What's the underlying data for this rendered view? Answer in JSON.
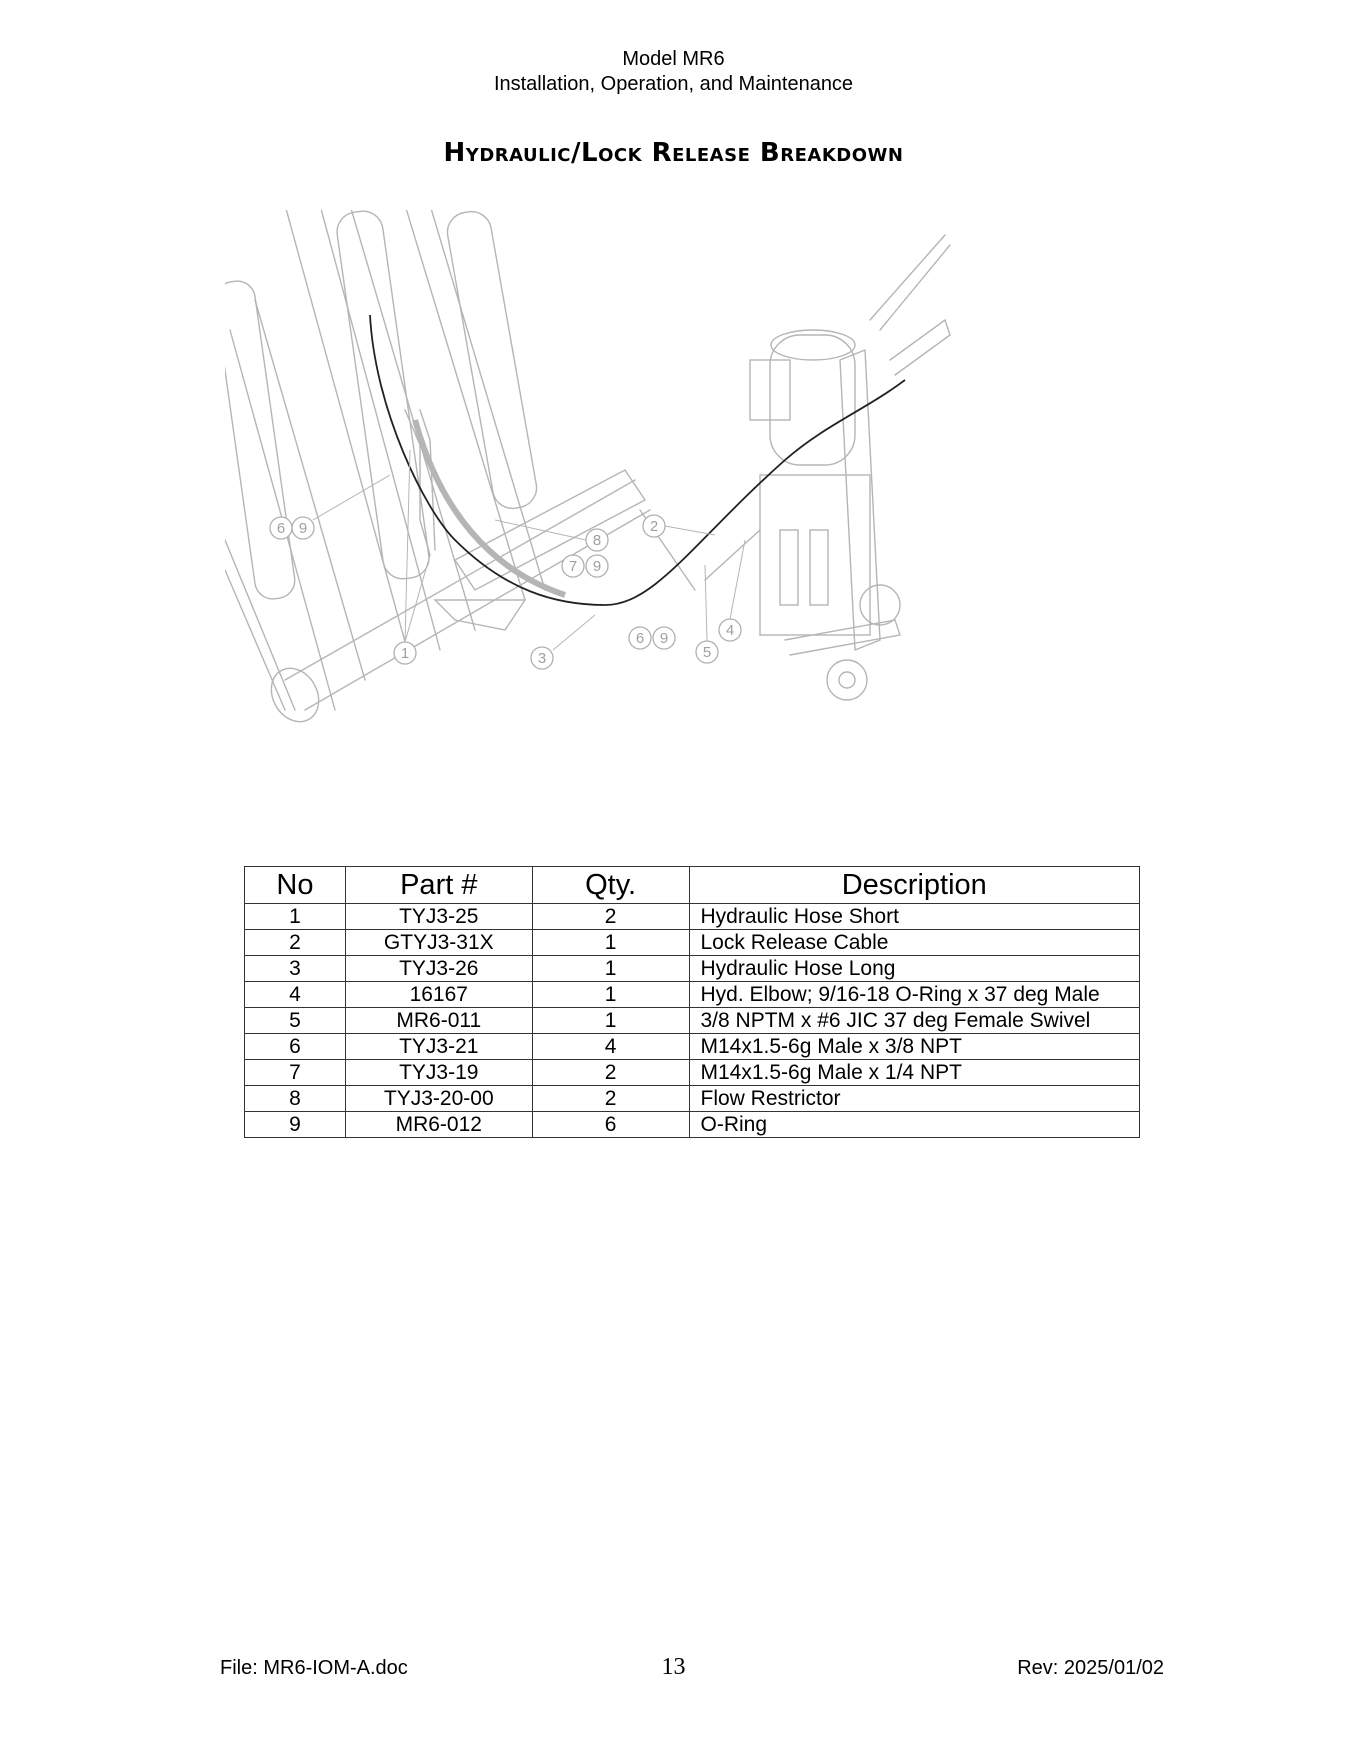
{
  "header": {
    "model": "Model MR6",
    "subtitle": "Installation, Operation, and Maintenance"
  },
  "title": "Hydraulic/Lock Release Breakdown",
  "diagram": {
    "callouts": [
      "1",
      "2",
      "3",
      "4",
      "5",
      "6",
      "9",
      "8",
      "7",
      "9",
      "6",
      "9"
    ],
    "colors": {
      "line": "#b5b5b5",
      "hose": "#222222"
    }
  },
  "table": {
    "headers": {
      "no": "No",
      "part": "Part #",
      "qty": "Qty.",
      "desc": "Description"
    },
    "rows": [
      {
        "no": "1",
        "part": "TYJ3-25",
        "qty": "2",
        "desc": "Hydraulic Hose Short"
      },
      {
        "no": "2",
        "part": "GTYJ3-31X",
        "qty": "1",
        "desc": "Lock Release Cable"
      },
      {
        "no": "3",
        "part": "TYJ3-26",
        "qty": "1",
        "desc": "Hydraulic Hose Long"
      },
      {
        "no": "4",
        "part": "16167",
        "qty": "1",
        "desc": "Hyd. Elbow; 9/16-18 O-Ring x 37 deg Male"
      },
      {
        "no": "5",
        "part": "MR6-011",
        "qty": "1",
        "desc": "3/8 NPTM x #6 JIC 37 deg Female Swivel"
      },
      {
        "no": "6",
        "part": "TYJ3-21",
        "qty": "4",
        "desc": "M14x1.5-6g Male x 3/8 NPT"
      },
      {
        "no": "7",
        "part": "TYJ3-19",
        "qty": "2",
        "desc": "M14x1.5-6g Male x 1/4 NPT"
      },
      {
        "no": "8",
        "part": "TYJ3-20-00",
        "qty": "2",
        "desc": "Flow Restrictor"
      },
      {
        "no": "9",
        "part": "MR6-012",
        "qty": "6",
        "desc": "O-Ring"
      }
    ]
  },
  "footer": {
    "file": "File: MR6-IOM-A.doc",
    "page": "13",
    "rev": "Rev: 2025/01/02"
  }
}
